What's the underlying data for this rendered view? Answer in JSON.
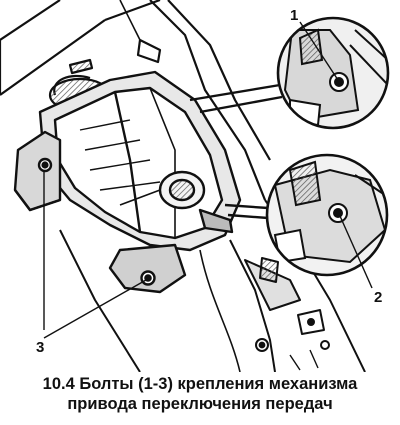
{
  "figure": {
    "callouts": [
      "1",
      "2",
      "3"
    ]
  },
  "caption": {
    "line1": "10.4 Болты (1-3) крепления механизма",
    "line2": "привода переключения передач"
  },
  "colors": {
    "ink": "#111111",
    "paper": "#ffffff",
    "shade": "#9a9a9a"
  }
}
